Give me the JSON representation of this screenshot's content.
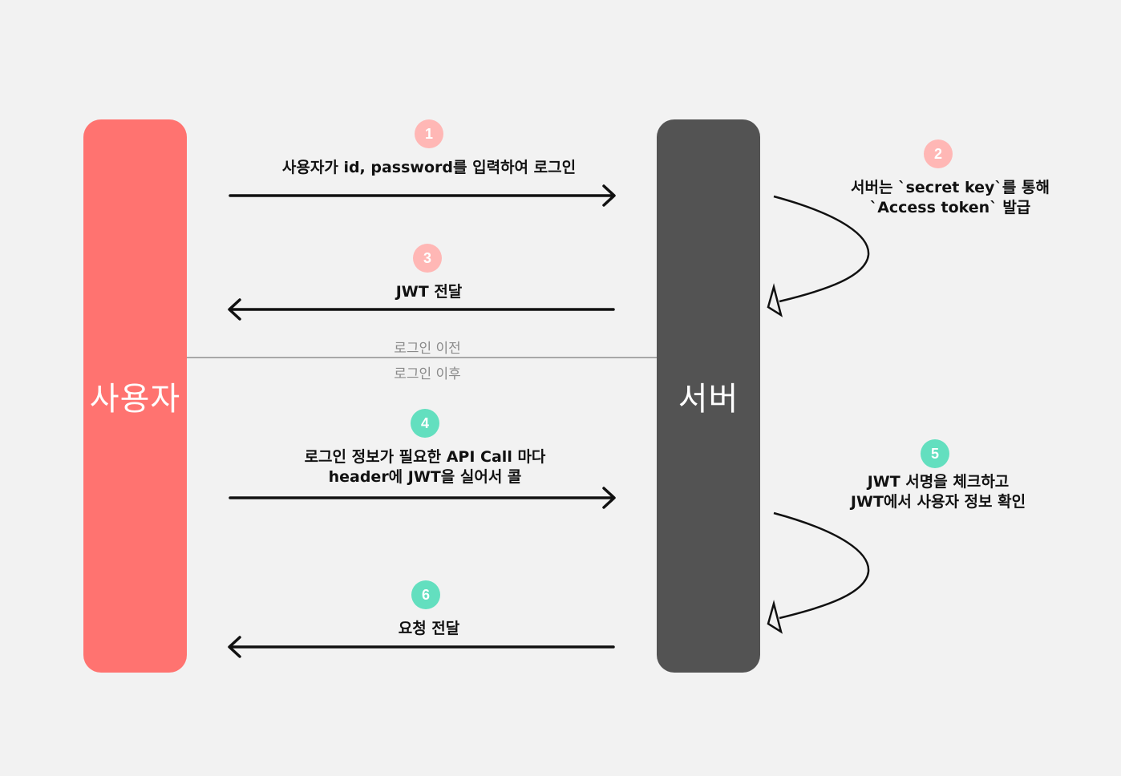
{
  "colors": {
    "background": "#f2f2f2",
    "user": "#ff7370",
    "server": "#535353",
    "badge_login": "#ffb7b5",
    "badge_after_login": "#63dfbf",
    "divider": "#a8a8a8",
    "phase_text": "#8a8a8a"
  },
  "actors": {
    "user": "사용자",
    "server": "서버"
  },
  "phases": {
    "before": "로그인 이전",
    "after": "로그인 이후"
  },
  "steps": [
    {
      "number": "1",
      "label": "사용자가 id, password를 입력하여 로그인",
      "direction": "user-to-server"
    },
    {
      "number": "2",
      "label": "서버는 `secret key`를 통해\n`Access token` 발급",
      "direction": "server-self"
    },
    {
      "number": "3",
      "label": "JWT 전달",
      "direction": "server-to-user"
    },
    {
      "number": "4",
      "label": "로그인 정보가 필요한 API Call 마다\nheader에 JWT을 실어서 콜",
      "direction": "user-to-server"
    },
    {
      "number": "5",
      "label": "JWT 서명을 체크하고\nJWT에서 사용자 정보 확인",
      "direction": "server-self"
    },
    {
      "number": "6",
      "label": "요청 전달",
      "direction": "server-to-user"
    }
  ]
}
